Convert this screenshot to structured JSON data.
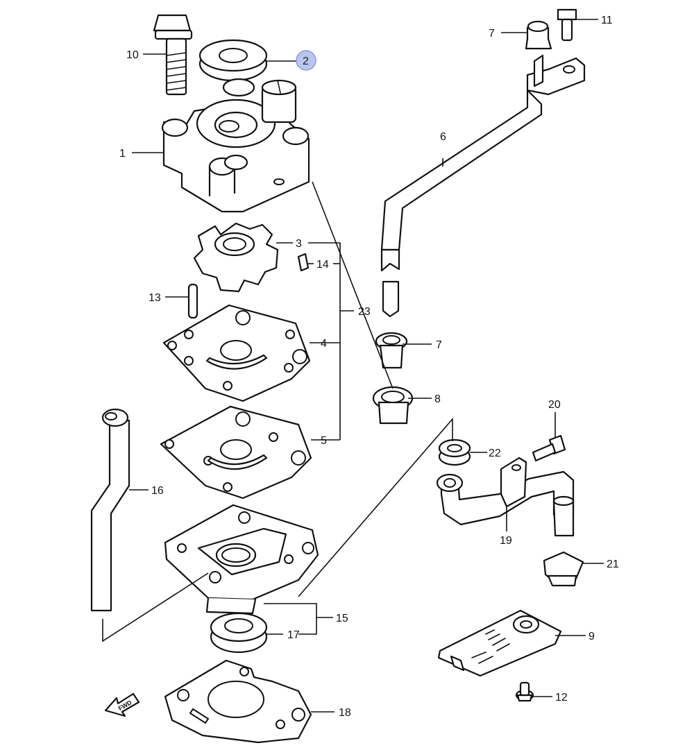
{
  "diagram": {
    "highlight_color": "#b9c6ee",
    "callouts": {
      "p1": "1",
      "p2": "2",
      "p3": "3",
      "p4": "4",
      "p5": "5",
      "p6": "6",
      "p7a": "7",
      "p7b": "7",
      "p8": "8",
      "p9": "9",
      "p10": "10",
      "p11": "11",
      "p12": "12",
      "p13": "13",
      "p14": "14",
      "p15": "15",
      "p16": "16",
      "p17": "17",
      "p18": "18",
      "p19": "19",
      "p20": "20",
      "p21": "21",
      "p22": "22",
      "p23": "23"
    },
    "selected_part": "2",
    "fwd_label": "FWD"
  }
}
